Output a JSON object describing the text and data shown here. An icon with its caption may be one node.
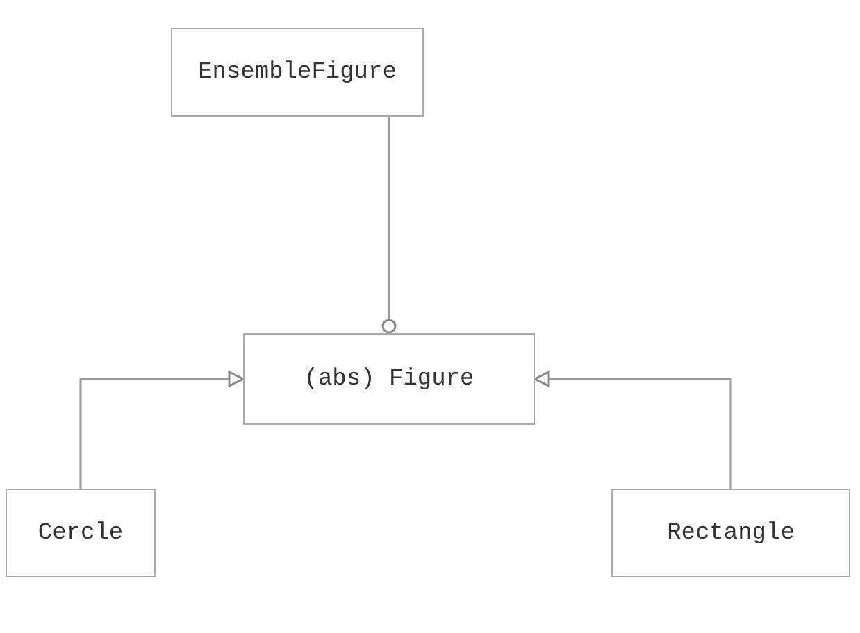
{
  "diagram": {
    "nodes": [
      {
        "text": [
          "EnsembleFigure"
        ]
      },
      {
        "text": [
          "(abs) Figure"
        ]
      },
      {
        "text": [
          "Cercle"
        ]
      },
      {
        "text": [
          "Rectangle"
        ]
      }
    ],
    "edges": [
      {
        "from": 0,
        "to": 1,
        "arrow": "other"
      },
      {
        "from": 2,
        "to": 1,
        "arrow": "to"
      },
      {
        "from": 3,
        "to": 1,
        "arrow": "to"
      }
    ]
  }
}
